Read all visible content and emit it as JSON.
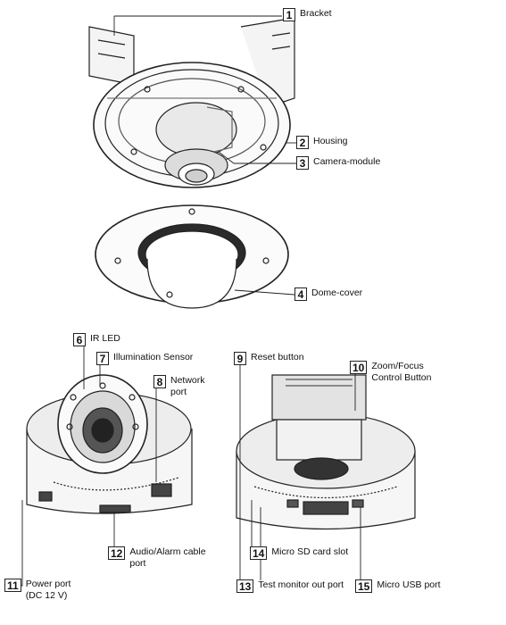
{
  "callouts": [
    {
      "num": "1",
      "label": "Bracket"
    },
    {
      "num": "2",
      "label": "Housing"
    },
    {
      "num": "3",
      "label": "Camera-module"
    },
    {
      "num": "4",
      "label": "Dome-cover"
    },
    {
      "num": "6",
      "label": "IR LED"
    },
    {
      "num": "7",
      "label": "Illumination Sensor"
    },
    {
      "num": "8",
      "label": "Network\nport"
    },
    {
      "num": "9",
      "label": "Reset button"
    },
    {
      "num": "10",
      "label": "Zoom/Focus\nControl Button"
    },
    {
      "num": "11",
      "label": "Power port\n(DC 12 V)"
    },
    {
      "num": "12",
      "label": "Audio/Alarm cable\nport"
    },
    {
      "num": "13",
      "label": "Test monitor out port"
    },
    {
      "num": "14",
      "label": "Micro SD card slot"
    },
    {
      "num": "15",
      "label": "Micro USB port"
    }
  ]
}
